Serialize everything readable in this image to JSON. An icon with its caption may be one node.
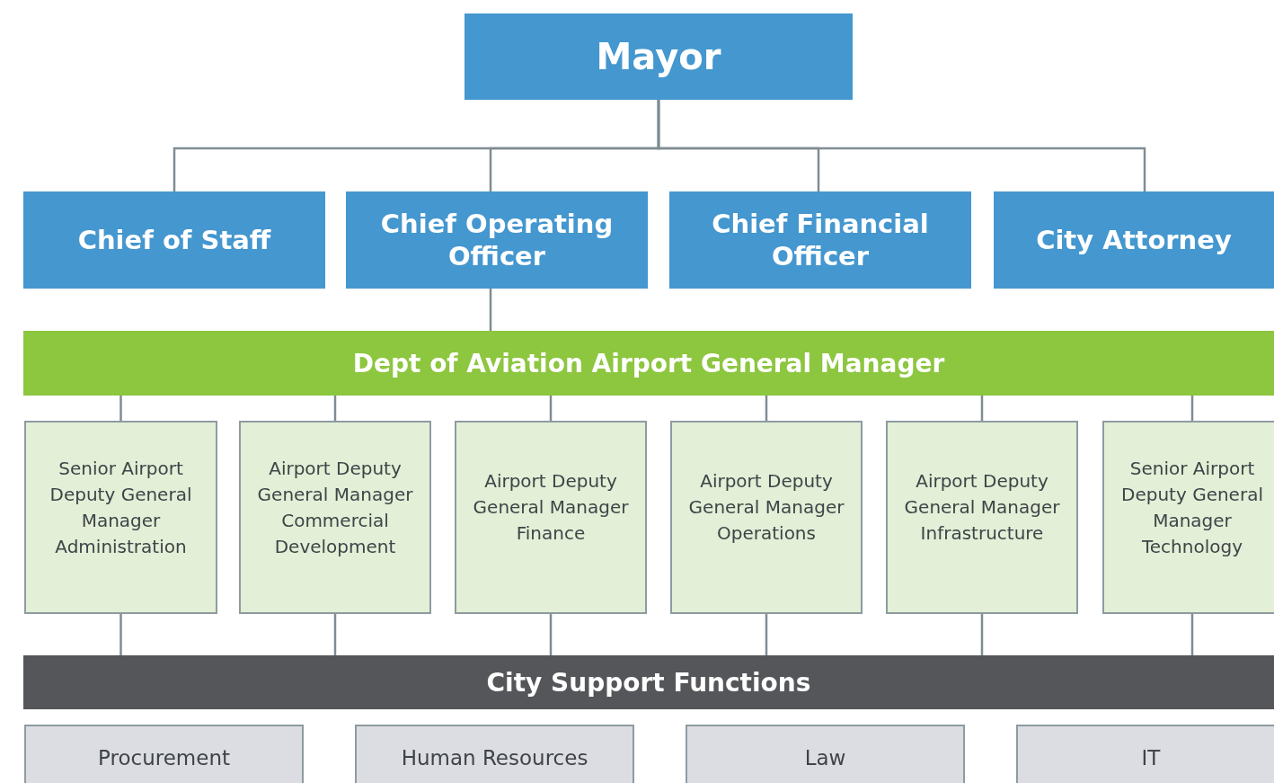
{
  "diagram": {
    "nodes": [
      {
        "text": [
          "Mayor"
        ]
      },
      {
        "text": [
          "Chief of Staff"
        ]
      },
      {
        "text": [
          "Chief Operating Officer"
        ]
      },
      {
        "text": [
          "Chief Financial Officer"
        ]
      },
      {
        "text": [
          "City Attorney"
        ]
      },
      {
        "text": [
          "Dept of Aviation Airport General Manager"
        ]
      },
      {
        "text": [
          "Senior Airport Deputy General Manager",
          "Administration"
        ]
      },
      {
        "text": [
          "Airport Deputy General Manager",
          "Commercial Development"
        ]
      },
      {
        "text": [
          "Airport Deputy General Manager",
          "Finance"
        ]
      },
      {
        "text": [
          "Airport Deputy General Manager",
          "Operations"
        ]
      },
      {
        "text": [
          "Airport Deputy General Manager",
          "Infrastructure"
        ]
      },
      {
        "text": [
          "Senior Airport Deputy General Manager",
          "Technology"
        ]
      },
      {
        "text": [
          "City Support Functions"
        ]
      },
      {
        "text": [
          "Procurement"
        ]
      },
      {
        "text": [
          "Human Resources"
        ]
      },
      {
        "text": [
          "Law"
        ]
      },
      {
        "text": [
          "IT"
        ]
      }
    ],
    "edges": [
      {
        "from": 0,
        "to": 1,
        "arrow": "none"
      },
      {
        "from": 0,
        "to": 2,
        "arrow": "none"
      },
      {
        "from": 0,
        "to": 3,
        "arrow": "none"
      },
      {
        "from": 0,
        "to": 4,
        "arrow": "none"
      },
      {
        "from": 2,
        "to": 5,
        "arrow": "none"
      },
      {
        "from": 5,
        "to": 6,
        "arrow": "none"
      },
      {
        "from": 5,
        "to": 7,
        "arrow": "none"
      },
      {
        "from": 5,
        "to": 8,
        "arrow": "none"
      },
      {
        "from": 5,
        "to": 9,
        "arrow": "none"
      },
      {
        "from": 5,
        "to": 10,
        "arrow": "none"
      },
      {
        "from": 5,
        "to": 11,
        "arrow": "none"
      },
      {
        "from": 6,
        "to": 12,
        "arrow": "none"
      },
      {
        "from": 7,
        "to": 12,
        "arrow": "none"
      },
      {
        "from": 8,
        "to": 12,
        "arrow": "none"
      },
      {
        "from": 9,
        "to": 12,
        "arrow": "none"
      },
      {
        "from": 10,
        "to": 12,
        "arrow": "none"
      },
      {
        "from": 11,
        "to": 12,
        "arrow": "none"
      }
    ]
  }
}
